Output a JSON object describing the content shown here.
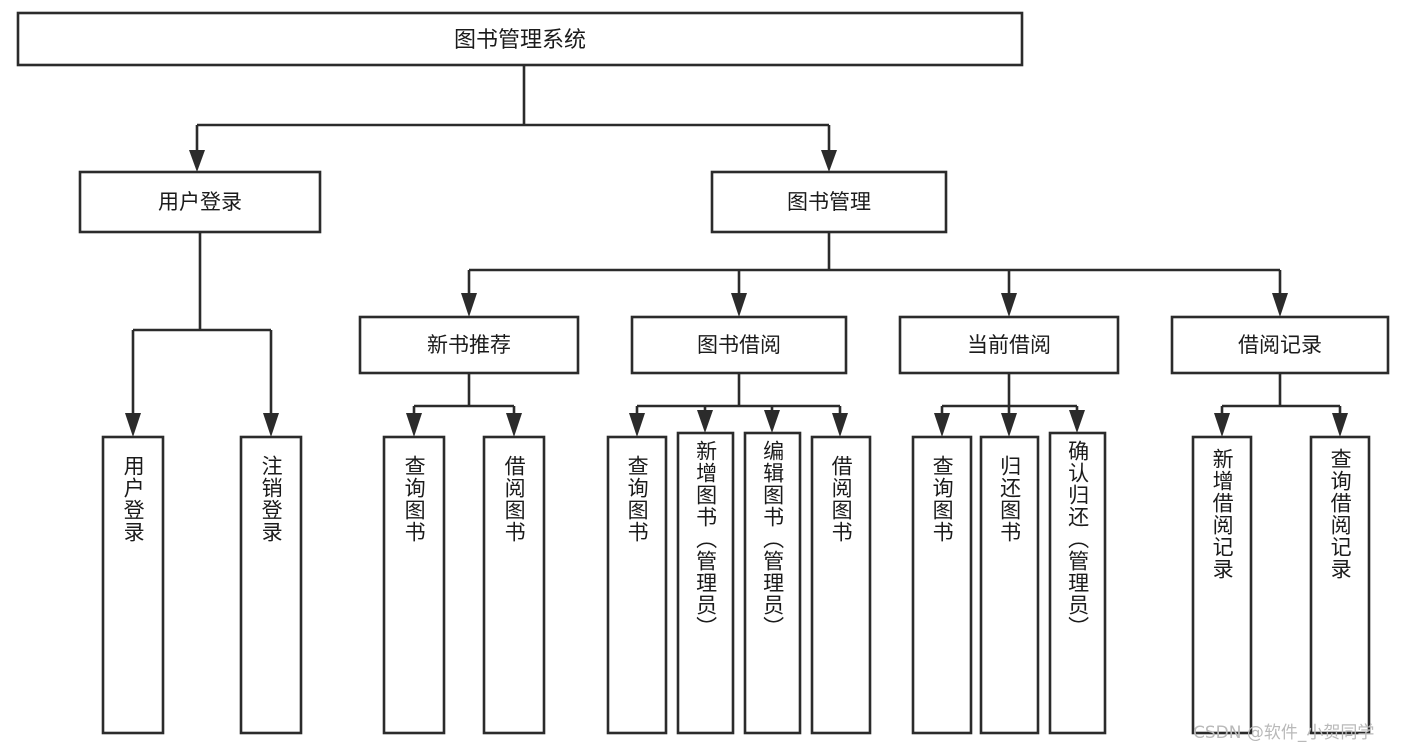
{
  "diagram": {
    "title": "图书管理系统",
    "type": "tree-hierarchy",
    "orientation": "top-down",
    "colors": {
      "box_stroke": "#2b2b2b",
      "box_fill": "#ffffff",
      "connector": "#2b2b2b",
      "text": "#1b1b1b",
      "background": "#ffffff",
      "watermark": "#b9b9b9"
    }
  },
  "root": {
    "label": "图书管理系统"
  },
  "level1": [
    {
      "label": "用户登录"
    },
    {
      "label": "图书管理"
    }
  ],
  "level2": [
    {
      "label": "新书推荐"
    },
    {
      "label": "图书借阅"
    },
    {
      "label": "当前借阅"
    },
    {
      "label": "借阅记录"
    }
  ],
  "leaves": {
    "user_login": [
      {
        "label": "用户登录"
      },
      {
        "label": "注销登录"
      }
    ],
    "new_book_recommend": [
      {
        "label": "查询图书"
      },
      {
        "label": "借阅图书"
      }
    ],
    "book_borrow": [
      {
        "label": "查询图书"
      },
      {
        "label": "新增图书（管理员）"
      },
      {
        "label": "编辑图书（管理员）"
      },
      {
        "label": "借阅图书"
      }
    ],
    "current_borrow": [
      {
        "label": "查询图书"
      },
      {
        "label": "归还图书"
      },
      {
        "label": "确认归还（管理员）"
      }
    ],
    "borrow_record": [
      {
        "label": "新增借阅记录"
      },
      {
        "label": "查询借阅记录"
      }
    ]
  },
  "watermark": {
    "text": "CSDN @软件_小贺同学"
  },
  "chart_data": {
    "type": "table",
    "title": "图书管理系统 功能结构图",
    "nodes": [
      {
        "id": "root",
        "label": "图书管理系统",
        "level": 0,
        "parent": null
      },
      {
        "id": "n-user-login",
        "label": "用户登录",
        "level": 1,
        "parent": "root"
      },
      {
        "id": "n-book-manage",
        "label": "图书管理",
        "level": 1,
        "parent": "root"
      },
      {
        "id": "n-new-book",
        "label": "新书推荐",
        "level": 2,
        "parent": "n-book-manage"
      },
      {
        "id": "n-book-borrow",
        "label": "图书借阅",
        "level": 2,
        "parent": "n-book-manage"
      },
      {
        "id": "n-current-borrow",
        "label": "当前借阅",
        "level": 2,
        "parent": "n-book-manage"
      },
      {
        "id": "n-borrow-record",
        "label": "借阅记录",
        "level": 2,
        "parent": "n-book-manage"
      },
      {
        "id": "l-user-login",
        "label": "用户登录",
        "level": 2,
        "parent": "n-user-login"
      },
      {
        "id": "l-logout",
        "label": "注销登录",
        "level": 2,
        "parent": "n-user-login"
      },
      {
        "id": "l-nb-query",
        "label": "查询图书",
        "level": 3,
        "parent": "n-new-book"
      },
      {
        "id": "l-nb-borrow",
        "label": "借阅图书",
        "level": 3,
        "parent": "n-new-book"
      },
      {
        "id": "l-bb-query",
        "label": "查询图书",
        "level": 3,
        "parent": "n-book-borrow"
      },
      {
        "id": "l-bb-add",
        "label": "新增图书（管理员）",
        "level": 3,
        "parent": "n-book-borrow"
      },
      {
        "id": "l-bb-edit",
        "label": "编辑图书（管理员）",
        "level": 3,
        "parent": "n-book-borrow"
      },
      {
        "id": "l-bb-borrow",
        "label": "借阅图书",
        "level": 3,
        "parent": "n-book-borrow"
      },
      {
        "id": "l-cb-query",
        "label": "查询图书",
        "level": 3,
        "parent": "n-current-borrow"
      },
      {
        "id": "l-cb-return",
        "label": "归还图书",
        "level": 3,
        "parent": "n-current-borrow"
      },
      {
        "id": "l-cb-confirm",
        "label": "确认归还（管理员）",
        "level": 3,
        "parent": "n-current-borrow"
      },
      {
        "id": "l-br-add",
        "label": "新增借阅记录",
        "level": 3,
        "parent": "n-borrow-record"
      },
      {
        "id": "l-br-query",
        "label": "查询借阅记录",
        "level": 3,
        "parent": "n-borrow-record"
      }
    ]
  }
}
